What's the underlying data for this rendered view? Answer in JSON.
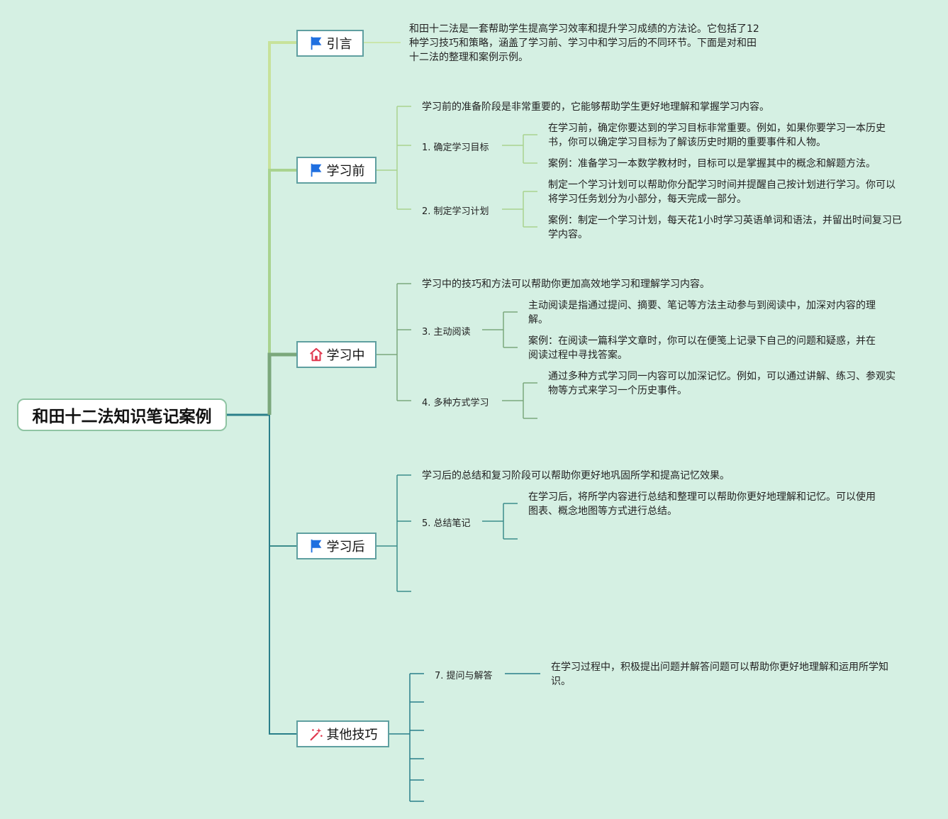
{
  "root": "和田十二法知识笔记案例",
  "colors": {
    "background": "#d5f0e3",
    "branch_intro": "#c7e29a",
    "branch_before": "#a9d38f",
    "branch_during": "#7ba87c",
    "branch_after": "#3c8d8b",
    "branch_other": "#2a7f8a",
    "flag_icon": "#1f6fe0",
    "house_icon": "#e0384f",
    "wand_icon": "#e0384f"
  },
  "branches": [
    {
      "id": "intro",
      "label": "引言",
      "icon": "flag-icon",
      "text": "和田十二法是一套帮助学生提高学习效率和提升学习成绩的方法论。它包括了12种学习技巧和策略，涵盖了学习前、学习中和学习后的不同环节。下面是对和田十二法的整理和案例示例。"
    },
    {
      "id": "before",
      "label": "学习前",
      "icon": "flag-icon",
      "intro": "学习前的准备阶段是非常重要的，它能够帮助学生更好地理解和掌握学习内容。",
      "items": [
        {
          "label": "1. 确定学习目标",
          "details": [
            "在学习前，确定你要达到的学习目标非常重要。例如，如果你要学习一本历史书，你可以确定学习目标为了解该历史时期的重要事件和人物。",
            "案例：准备学习一本数学教材时，目标可以是掌握其中的概念和解题方法。"
          ]
        },
        {
          "label": "2. 制定学习计划",
          "details": [
            "制定一个学习计划可以帮助你分配学习时间并提醒自己按计划进行学习。你可以将学习任务划分为小部分，每天完成一部分。",
            "案例：制定一个学习计划，每天花1小时学习英语单词和语法，并留出时间复习已学内容。"
          ]
        }
      ]
    },
    {
      "id": "during",
      "label": "学习中",
      "icon": "house-icon",
      "intro": "学习中的技巧和方法可以帮助你更加高效地学习和理解学习内容。",
      "items": [
        {
          "label": "3. 主动阅读",
          "details": [
            "主动阅读是指通过提问、摘要、笔记等方法主动参与到阅读中，加深对内容的理解。",
            "案例：在阅读一篇科学文章时，你可以在便笺上记录下自己的问题和疑惑，并在阅读过程中寻找答案。"
          ]
        },
        {
          "label": "4. 多种方式学习",
          "details": [
            "通过多种方式学习同一内容可以加深记忆。例如，可以通过讲解、练习、参观实物等方式来学习一个历史事件。"
          ]
        }
      ]
    },
    {
      "id": "after",
      "label": "学习后",
      "icon": "flag-icon",
      "intro": "学习后的总结和复习阶段可以帮助你更好地巩固所学和提高记忆效果。",
      "items": [
        {
          "label": "5. 总结笔记",
          "details": [
            "在学习后，将所学内容进行总结和整理可以帮助你更好地理解和记忆。可以使用图表、概念地图等方式进行总结。"
          ]
        }
      ]
    },
    {
      "id": "other",
      "label": "其他技巧",
      "icon": "magic-wand-icon",
      "items": [
        {
          "label": "7. 提问与解答",
          "details": [
            "在学习过程中，积极提出问题并解答问题可以帮助你更好地理解和运用所学知识。"
          ]
        }
      ]
    }
  ]
}
